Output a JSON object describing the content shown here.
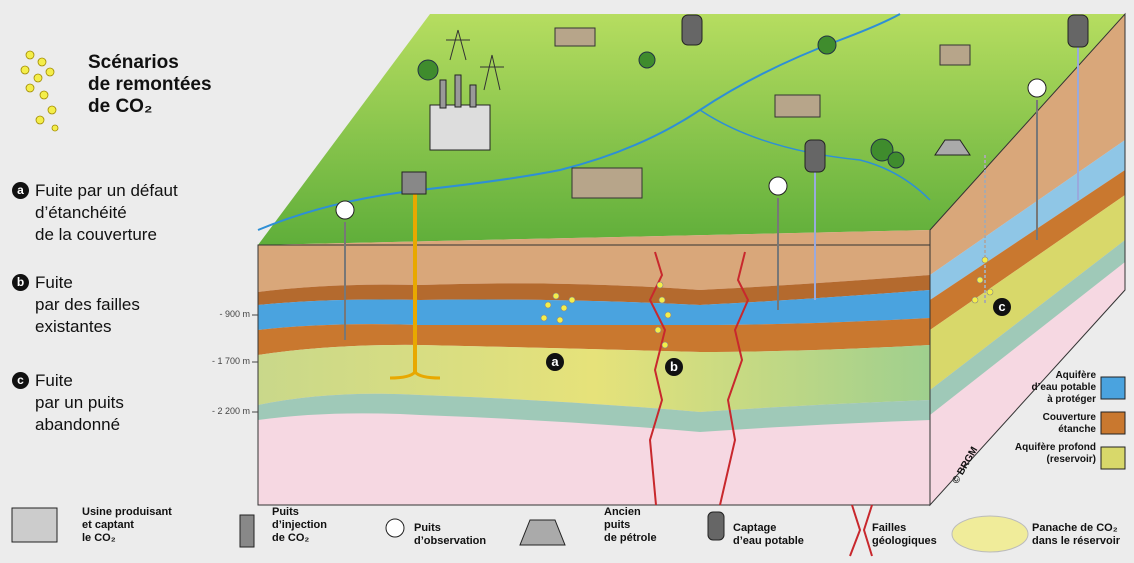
{
  "title": [
    "Scénarios",
    "de remontées",
    "de CO₂"
  ],
  "scenarios": [
    {
      "letter": "a",
      "lines": [
        "Fuite par un défaut",
        "d’étanchéité",
        "de la couverture"
      ]
    },
    {
      "letter": "b",
      "lines": [
        "Fuite",
        "par des failles",
        "existantes"
      ]
    },
    {
      "letter": "c",
      "lines": [
        "Fuite",
        "par un puits",
        "abandonné"
      ]
    }
  ],
  "depths": [
    "- 900 m",
    "- 1 700 m",
    "- 2 200 m"
  ],
  "layer_legend": [
    {
      "lines": [
        "Aquifère",
        "d’eau potable",
        "à protéger"
      ],
      "color": "#4aa3df"
    },
    {
      "lines": [
        "Couverture",
        "étanche"
      ],
      "color": "#c9782f"
    },
    {
      "lines": [
        "Aquifère profond",
        "(reservoir)"
      ],
      "color": "#d8d86a"
    }
  ],
  "copyright": "© BRGM",
  "bottom_legend": [
    {
      "icon": "factory-icon",
      "lines": [
        "Usine produisant",
        "et captant",
        "le CO₂"
      ]
    },
    {
      "icon": "injection-well-icon",
      "lines": [
        "Puits",
        "d’injection",
        "de CO₂"
      ]
    },
    {
      "icon": "observation-well-icon",
      "lines": [
        "Puits",
        "d’observation"
      ]
    },
    {
      "icon": "oil-well-icon",
      "lines": [
        "Ancien",
        "puits",
        "de pétrole"
      ]
    },
    {
      "icon": "water-tower-icon",
      "lines": [
        "Captage",
        "d’eau potable"
      ]
    },
    {
      "icon": "fault-icon",
      "lines": [
        "Failles",
        "géologiques"
      ]
    },
    {
      "icon": "plume-icon",
      "lines": [
        "Panache de CO₂",
        "dans le réservoir"
      ]
    }
  ],
  "colors": {
    "grass": "#7cc242",
    "soil": "#d9a77a",
    "aquifer": "#4aa3df",
    "cap_rock": "#c9782f",
    "reservoir": "#d8d86a",
    "basement": "#f6d8e2",
    "fault": "#c8282d"
  }
}
